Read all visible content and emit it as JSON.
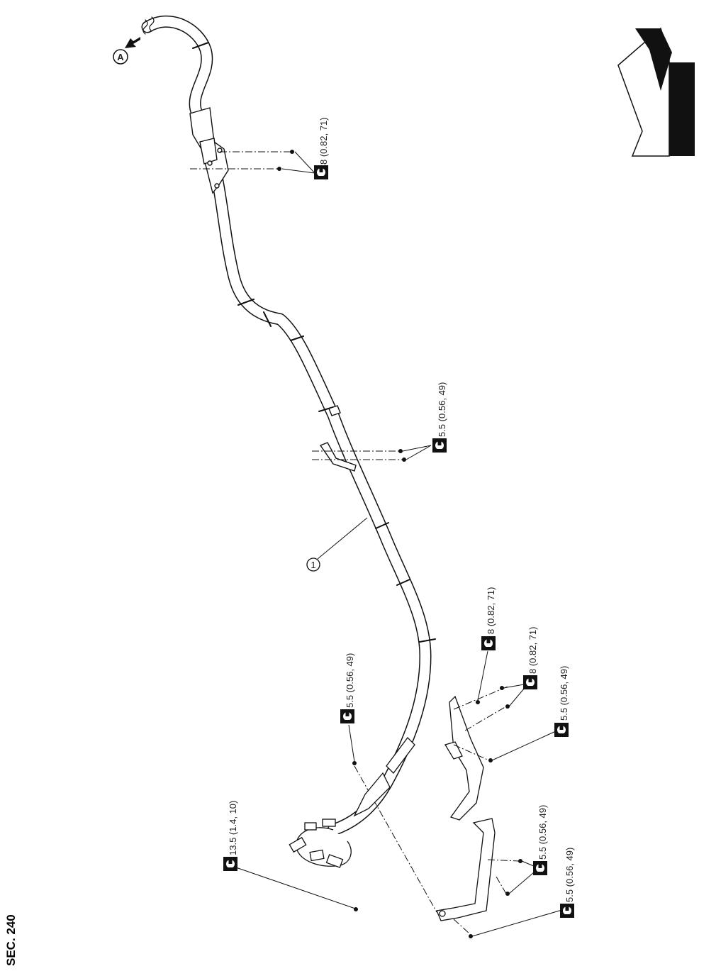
{
  "section": "SEC. 240",
  "callouts": {
    "part_1": "1",
    "view_a": "A"
  },
  "torque_specs": [
    {
      "id": "t1",
      "value": "8 (0.82, 71)"
    },
    {
      "id": "t2",
      "value": "5.5 (0.56, 49)"
    },
    {
      "id": "t3",
      "value": "8 (0.82, 71)"
    },
    {
      "id": "t4",
      "value": "8 (0.82, 71)"
    },
    {
      "id": "t5",
      "value": "5.5 (0.56, 49)"
    },
    {
      "id": "t6",
      "value": "5.5 (0.56, 49)"
    },
    {
      "id": "t7",
      "value": "13.5 (1.4, 10)"
    },
    {
      "id": "t8",
      "value": "5.5 (0.56, 49)"
    },
    {
      "id": "t9",
      "value": "5.5 (0.56, 49)"
    }
  ],
  "icons": {
    "torque": "torque-wrench-icon",
    "front": "vehicle-front-direction-icon",
    "arrow": "direction-arrow-icon"
  }
}
